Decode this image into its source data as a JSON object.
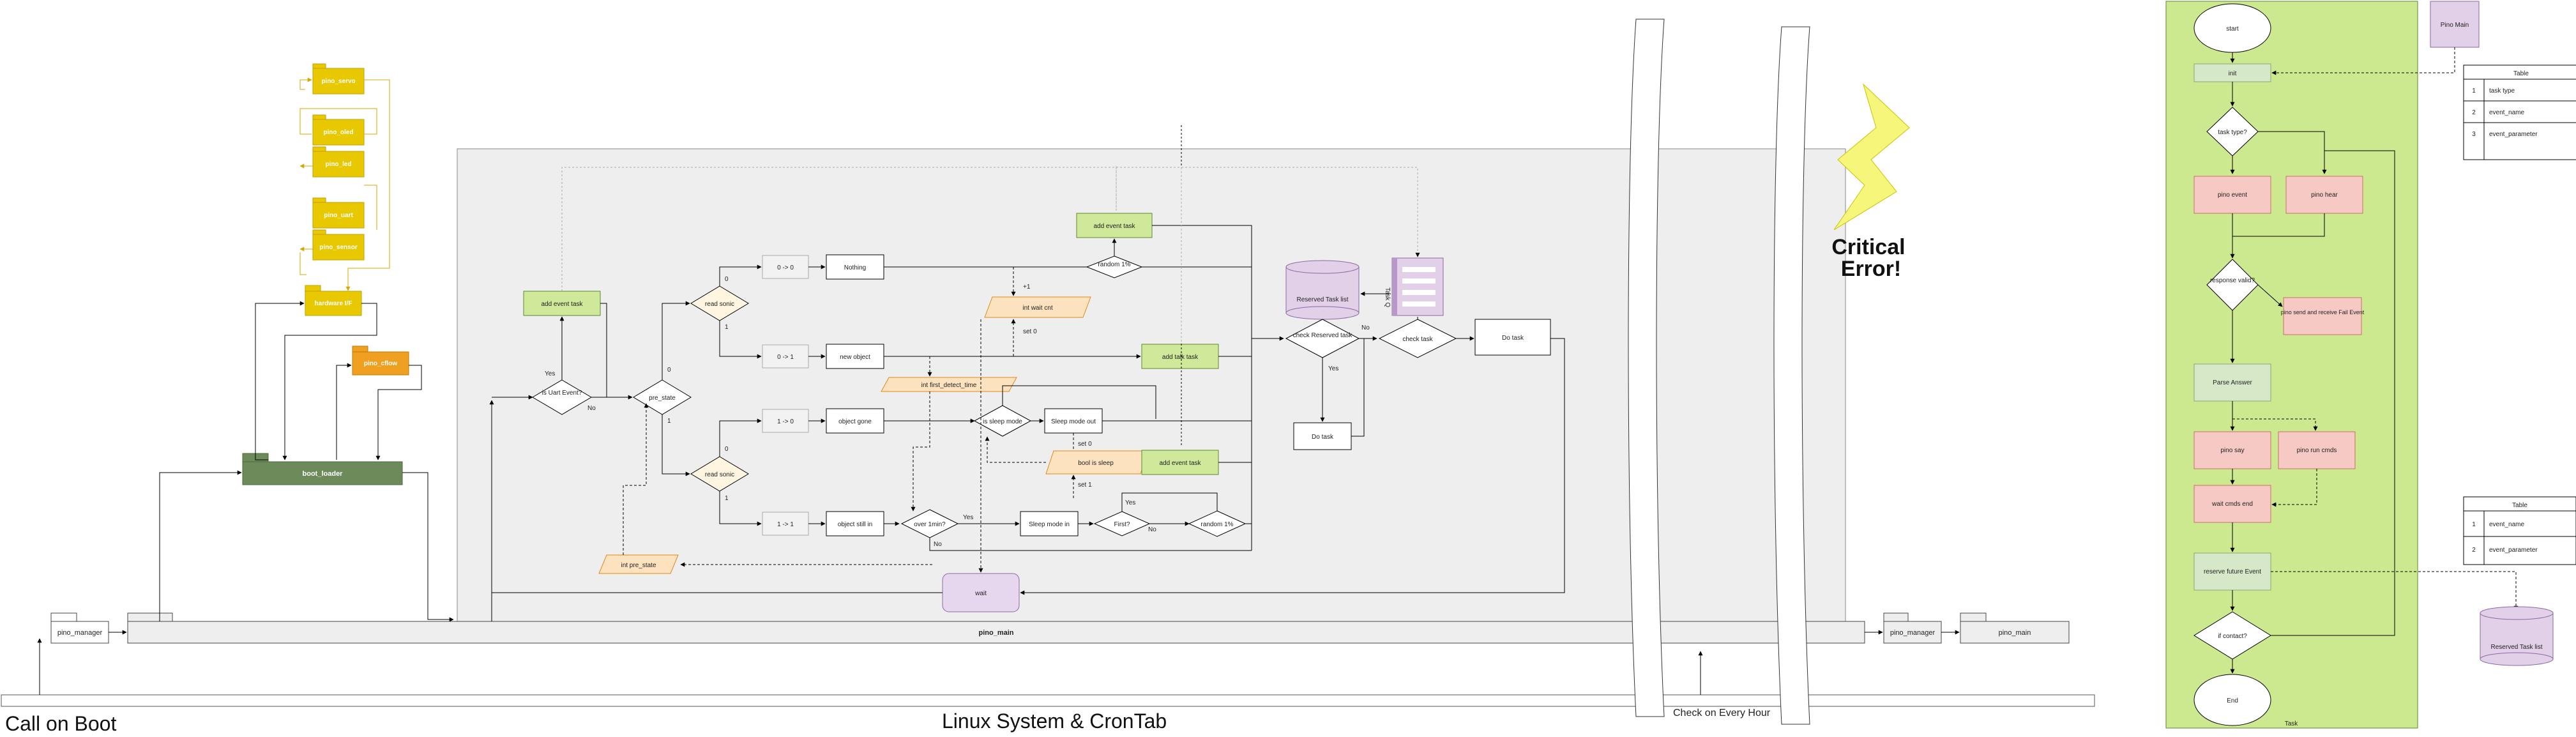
{
  "system": {
    "call_on_boot": "Call on Boot",
    "linux_system": "Linux System & CronTab",
    "check_every_hour": "Check on Every Hour",
    "critical_error_line1": "Critical",
    "critical_error_line2": "Error!"
  },
  "modules": {
    "pino_manager": "pino_manager",
    "pino_main": "pino_main",
    "pino_manager_right": "pino_manager",
    "pino_main_right": "pino_main",
    "boot_loader": "boot_loader",
    "hardware_if": "hardware I/F",
    "pino_cflow": "pino_cflow",
    "pino_servo": "pino_servo",
    "pino_oled": "pino_oled",
    "pino_led": "pino_led",
    "pino_uart": "pino_uart",
    "pino_sensor": "pino_sensor"
  },
  "main_flow": {
    "is_uart_event": "is Uart Event?",
    "add_event_task": "add event task",
    "pre_state": "pre_state",
    "read_sonic_top": "read sonic",
    "read_sonic_bottom": "read sonic",
    "t_0_0": "0 -> 0",
    "t_0_1": "0 -> 1",
    "t_1_0": "1 -> 0",
    "t_1_1": "1 -> 1",
    "nothing": "Nothing",
    "new_object": "new object",
    "object_gone": "object gone",
    "object_still_in": "object still in",
    "random_top": "random 1%",
    "add_event_task_top": "add event task",
    "int_wait_cnt": "int wait cnt",
    "int_first_detect_time": "int first_detect_time",
    "add_talk_task": "add talk task",
    "is_sleep_mode": "is sleep mode",
    "sleep_mode_out": "Sleep mode out",
    "bool_is_sleep": "bool is sleep",
    "add_event_task_mid": "add event task",
    "over_1min": "over 1min?",
    "sleep_mode_in": "Sleep mode in",
    "first": "First?",
    "random_bottom": "random 1%",
    "int_pre_state": "int pre_state",
    "wait": "wait",
    "reserved_task_list": "Reserved Task list",
    "task_q": "Task Q",
    "check_reserved_task": "check Reserved task",
    "check_task": "check task",
    "do_task_1": "Do task",
    "do_task_2": "Do task",
    "yes": "Yes",
    "no": "No",
    "zero": "0",
    "one": "1",
    "plus_one": "+1",
    "set_0": "set 0",
    "set_1": "set 1"
  },
  "task_panel": {
    "start": "start",
    "init": "init",
    "task_type": "task type?",
    "pino_event": "pino event",
    "pino_hear": "pino hear",
    "response_valid": "response valid?",
    "pino_send_receive": "pino send and receive Fail Event",
    "parse_answer": "Parse Answer",
    "pino_say": "pino say",
    "pino_run_cmds": "pino run cmds",
    "wait_cmds_end": "wait cmds end",
    "reserve_future_event": "reserve future Event",
    "if_contact": "if contact?",
    "end": "End",
    "footer": "Task",
    "pino_main_box": "Pino Main",
    "reserved_task_list": "Reserved Task list"
  },
  "table1": {
    "title": "Table",
    "rows": [
      {
        "n": "1",
        "v": "task type"
      },
      {
        "n": "2",
        "v": "event_name"
      },
      {
        "n": "3",
        "v": "event_parameter"
      }
    ]
  },
  "table2": {
    "title": "Table",
    "rows": [
      {
        "n": "1",
        "v": "event_name"
      },
      {
        "n": "2",
        "v": "event_parameter"
      }
    ]
  }
}
